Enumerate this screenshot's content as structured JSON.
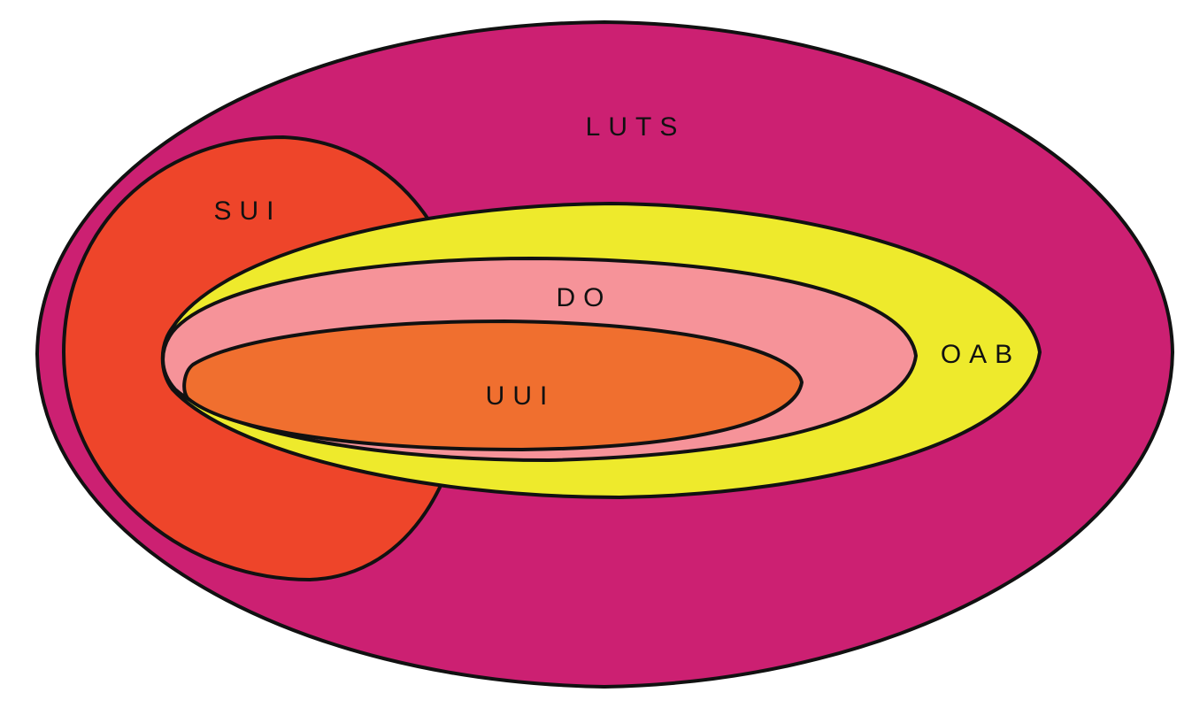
{
  "diagram": {
    "type": "euler-diagram",
    "sets": {
      "luts": {
        "label": "LUTS",
        "color": "#cc2072"
      },
      "sui": {
        "label": "SUI",
        "color": "#ee452a"
      },
      "oab": {
        "label": "OAB",
        "color": "#eeea2c"
      },
      "do": {
        "label": "DO",
        "color": "#f69399"
      },
      "uui": {
        "label": "UUI",
        "color": "#f06f2f"
      }
    },
    "relations": [
      {
        "subset": "SUI",
        "superset": "LUTS"
      },
      {
        "subset": "OAB",
        "superset": "LUTS"
      },
      {
        "subset": "DO",
        "superset": "OAB"
      },
      {
        "subset": "UUI",
        "superset": "DO"
      },
      {
        "overlap": [
          "SUI",
          "OAB"
        ]
      }
    ],
    "stroke_color": "#111111",
    "background": "#ffffff"
  }
}
